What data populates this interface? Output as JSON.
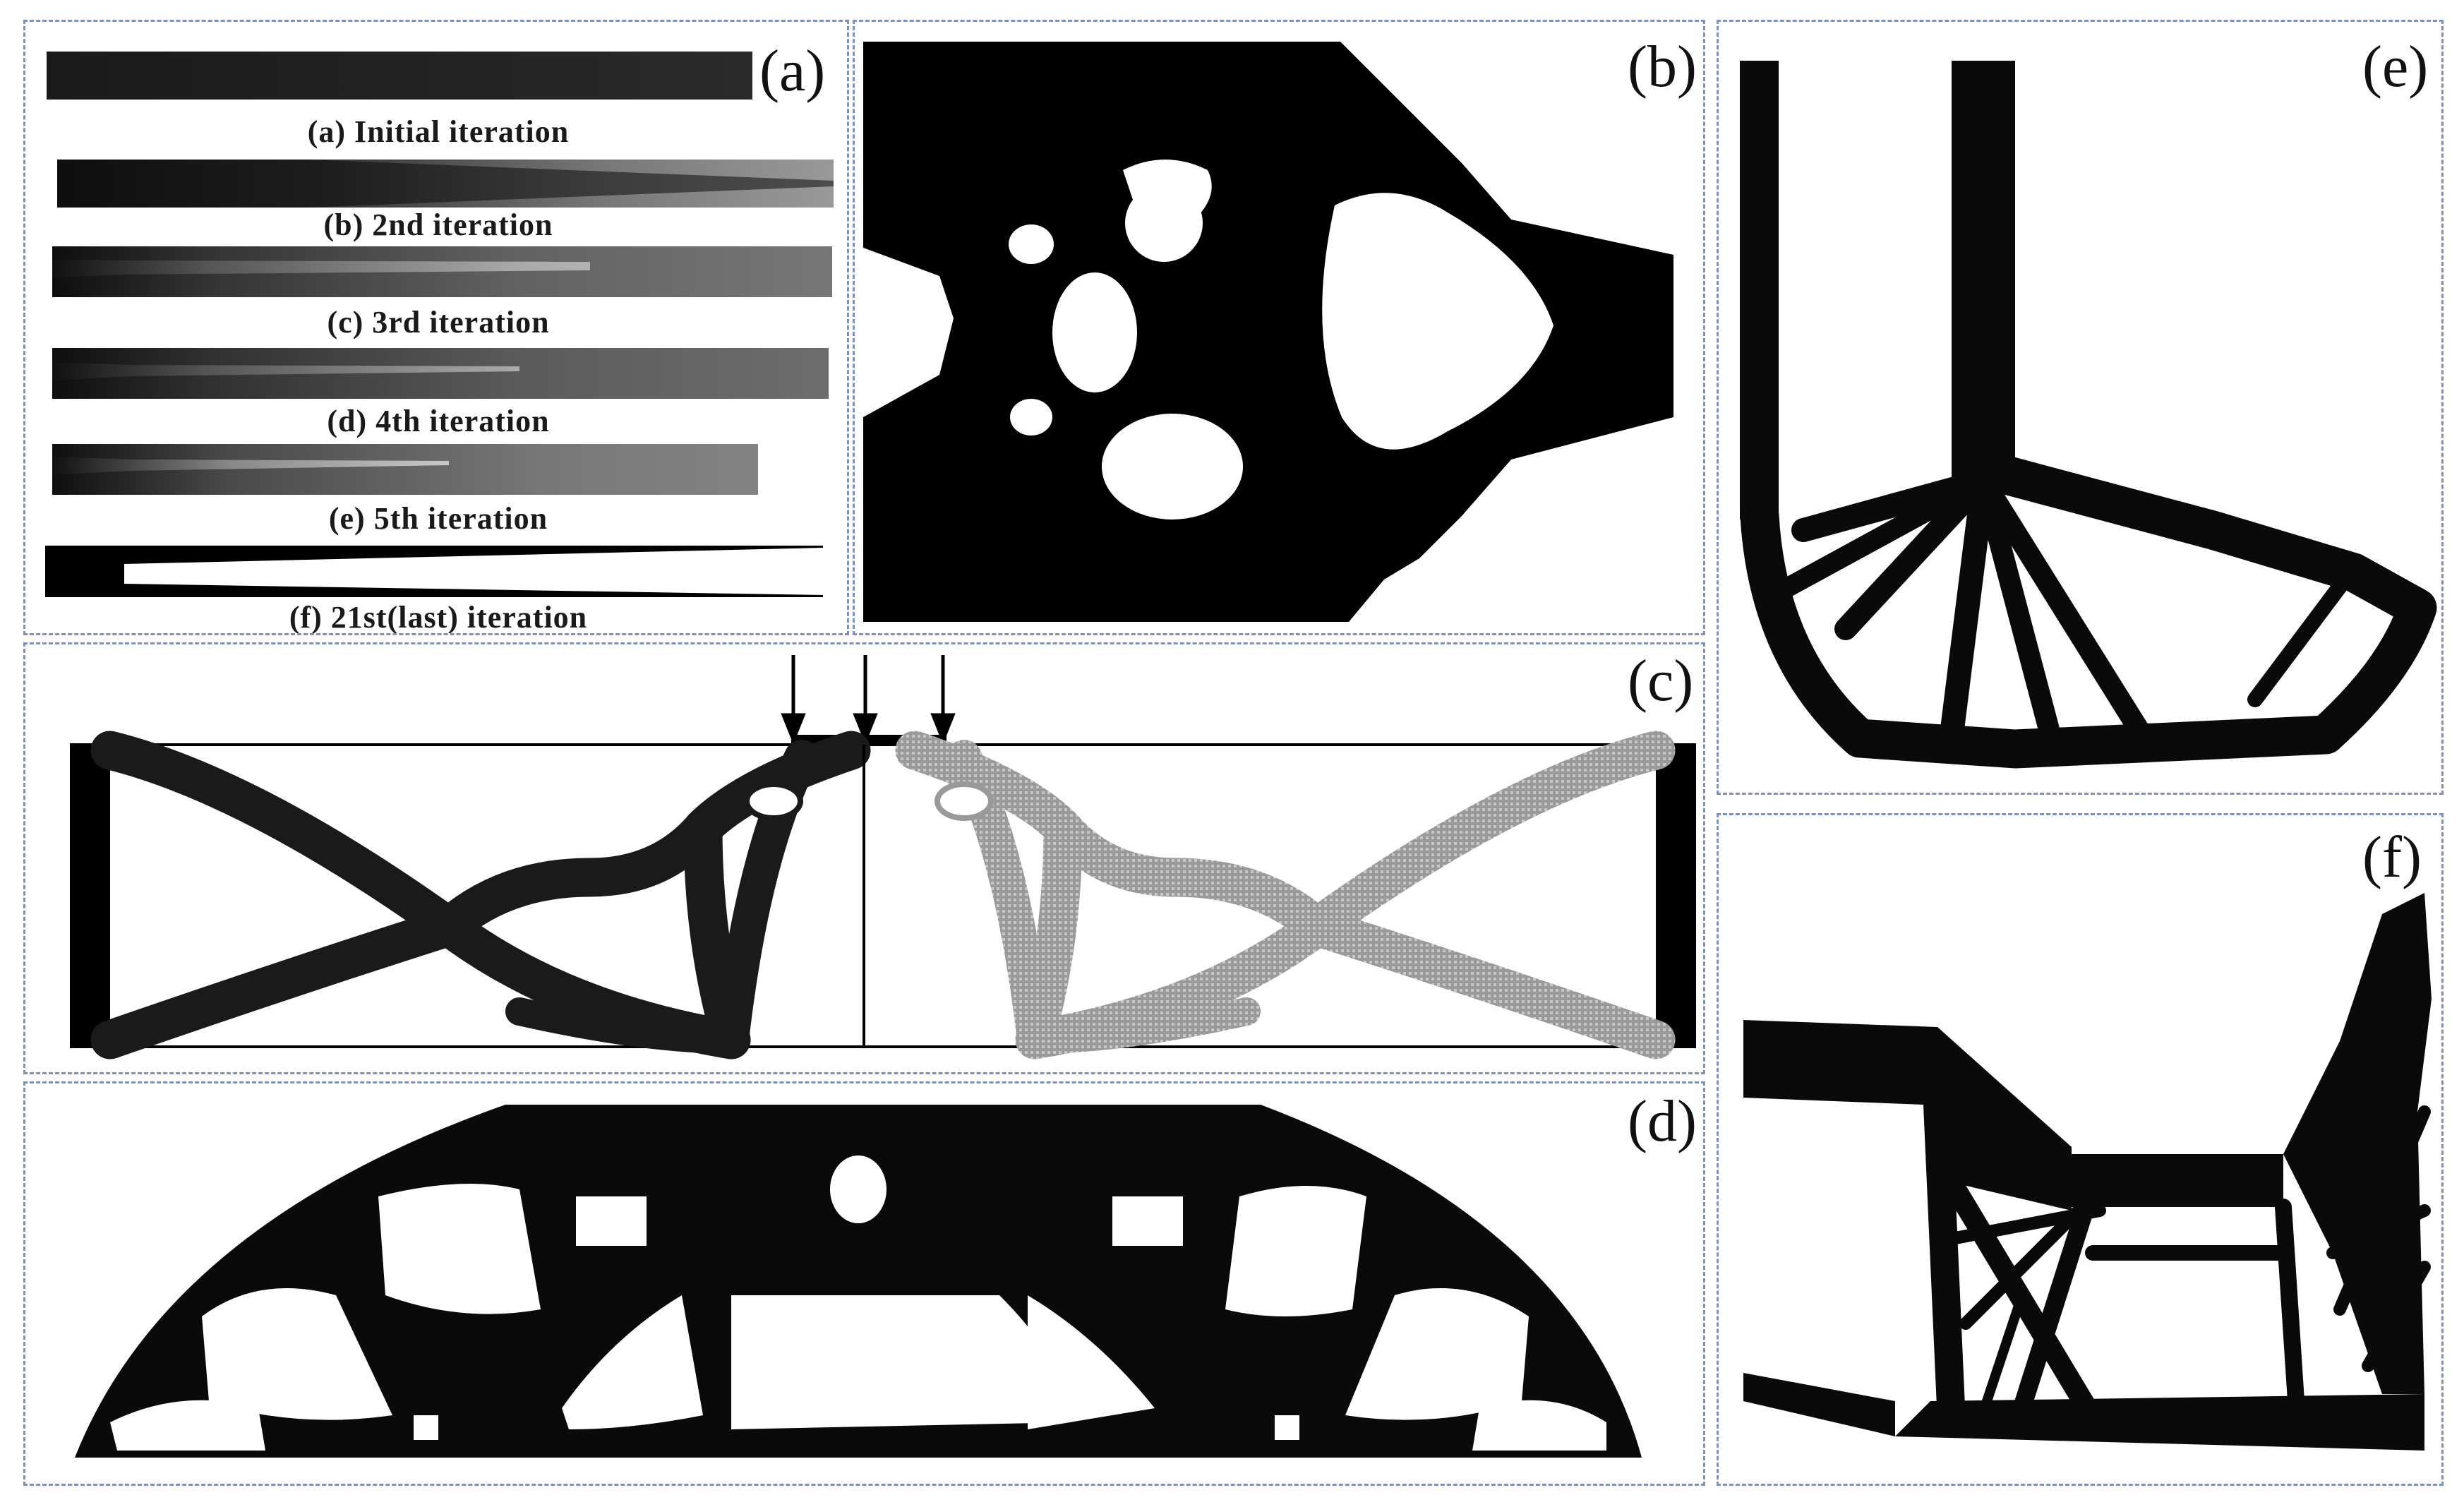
{
  "panels": {
    "a": {
      "label": "(a)",
      "captions": [
        "(a) Initial iteration",
        "(b) 2nd iteration",
        "(c) 3rd iteration",
        "(d) 4th iteration",
        "(e) 5th iteration",
        "(f) 21st(last) iteration"
      ]
    },
    "b": {
      "label": "(b)"
    },
    "c": {
      "label": "(c)"
    },
    "d": {
      "label": "(d)"
    },
    "e": {
      "label": "(e)"
    },
    "f": {
      "label": "(f)"
    }
  }
}
